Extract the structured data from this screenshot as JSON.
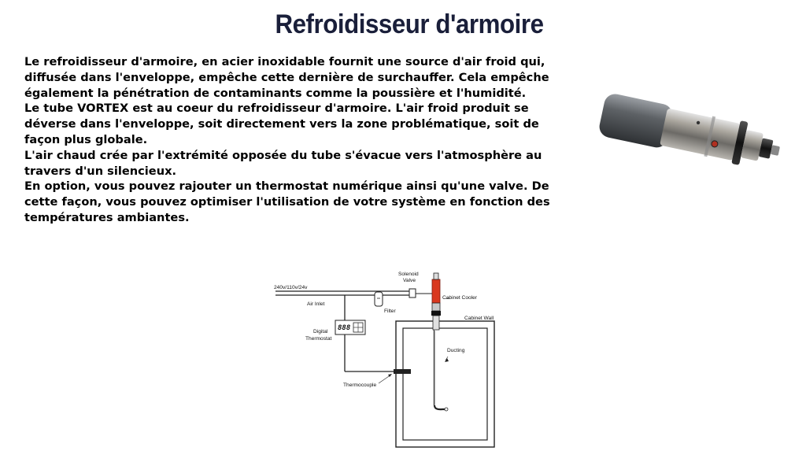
{
  "title": "Refroidisseur d'armoire",
  "paragraphs": [
    "Le refroidisseur d'armoire, en acier inoxidable fournit une source d'air froid qui, diffusée dans l'enveloppe, empêche cette dernière de surchauffer. Cela empêche également la pénétration de contaminants comme la poussière et l'humidité.",
    "Le tube VORTEX est au coeur du refroidisseur d'armoire. L'air froid produit se déverse dans l'enveloppe, soit directement vers la zone problématique, soit de façon plus globale.",
    "L'air chaud crée par l'extrémité opposée du tube s'évacue vers l'atmosphère au travers d'un silencieux.",
    "En option, vous pouvez rajouter un thermostat numérique ainsi qu'une valve. De cette façon, vous pouvez optimiser l'utilisation de votre système en fonction des températures ambiantes."
  ],
  "diagram": {
    "labels": {
      "solenoid_line1": "Solenoid",
      "solenoid_line2": "Valve",
      "voltage": "240v/110v/24v",
      "cabinet_cooler": "Cabinet Cooler",
      "air_inlet": "Air Inlet",
      "filter": "Filter",
      "cabinet_wall": "Cabinet Wall",
      "digital_line1": "Digital",
      "digital_line2": "Thermostat",
      "thermostat_display": "888",
      "ducting": "Ducting",
      "thermocouple": "Thermocouple"
    }
  },
  "colors": {
    "title": "#1a1f3a",
    "text": "#000000",
    "solenoid": "#d9381e"
  }
}
